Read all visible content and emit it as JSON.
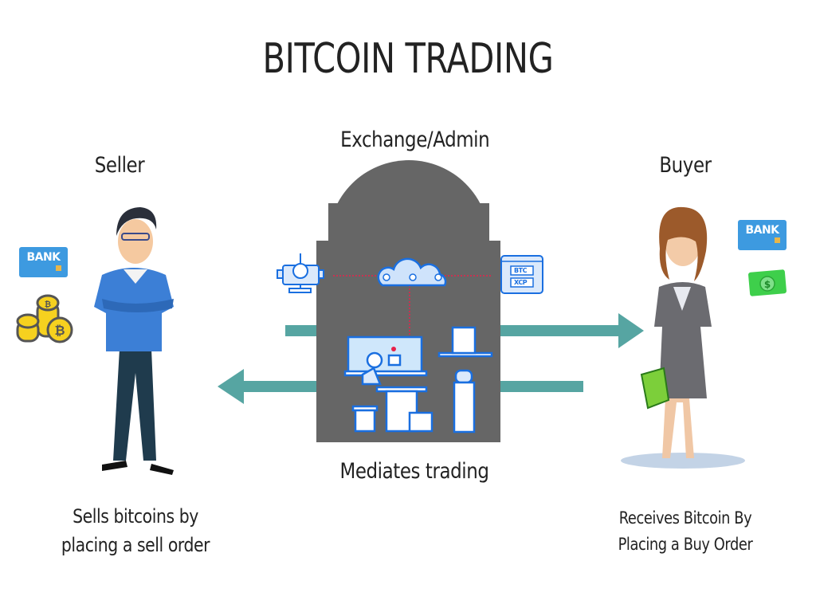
{
  "title": "BITCOIN TRADING",
  "exchange": {
    "label": "Exchange/Admin",
    "caption": "Mediates trading",
    "dropdowns": [
      "BTC",
      "XCP"
    ]
  },
  "seller": {
    "label": "Seller",
    "caption_line1": "Sells bitcoins by",
    "caption_line2": "placing a sell order",
    "bank_card": "BANK"
  },
  "buyer": {
    "label": "Buyer",
    "caption_line1": "Receives Bitcoin By",
    "caption_line2": "Placing a Buy Order",
    "bank_card": "BANK"
  },
  "colors": {
    "building": "#666666",
    "arrow": "#56a5a2",
    "icon_blue": "#1a6fe0",
    "link_red": "#e8214a"
  }
}
